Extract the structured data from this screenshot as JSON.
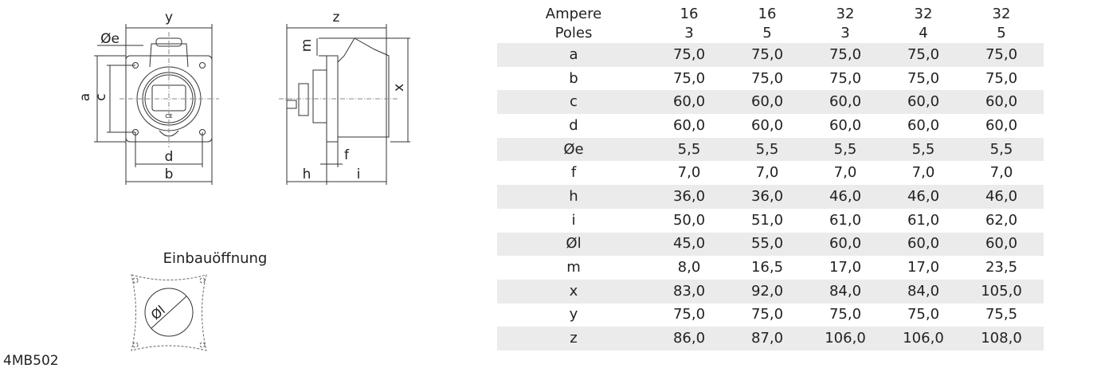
{
  "drawing": {
    "front_labels": {
      "y": "y",
      "e": "Øe",
      "a": "a",
      "c": "c",
      "d": "d",
      "b": "b"
    },
    "side_labels": {
      "z": "z",
      "m": "m",
      "x": "x",
      "f": "f",
      "h": "h",
      "i": "i"
    },
    "ce_mark": "CE",
    "cutout_title": "Einbauöffnung",
    "cutout_label": "Øl"
  },
  "product_code": "4MB502",
  "table": {
    "header": [
      {
        "label": "Ampere",
        "values": [
          "16",
          "16",
          "32",
          "32",
          "32"
        ]
      },
      {
        "label": "Poles",
        "values": [
          "3",
          "5",
          "3",
          "4",
          "5"
        ]
      }
    ],
    "rows": [
      {
        "label": "a",
        "values": [
          "75,0",
          "75,0",
          "75,0",
          "75,0",
          "75,0"
        ]
      },
      {
        "label": "b",
        "values": [
          "75,0",
          "75,0",
          "75,0",
          "75,0",
          "75,0"
        ]
      },
      {
        "label": "c",
        "values": [
          "60,0",
          "60,0",
          "60,0",
          "60,0",
          "60,0"
        ]
      },
      {
        "label": "d",
        "values": [
          "60,0",
          "60,0",
          "60,0",
          "60,0",
          "60,0"
        ]
      },
      {
        "label": "Øe",
        "values": [
          "5,5",
          "5,5",
          "5,5",
          "5,5",
          "5,5"
        ]
      },
      {
        "label": "f",
        "values": [
          "7,0",
          "7,0",
          "7,0",
          "7,0",
          "7,0"
        ]
      },
      {
        "label": "h",
        "values": [
          "36,0",
          "36,0",
          "46,0",
          "46,0",
          "46,0"
        ]
      },
      {
        "label": "i",
        "values": [
          "50,0",
          "51,0",
          "61,0",
          "61,0",
          "62,0"
        ]
      },
      {
        "label": "Øl",
        "values": [
          "45,0",
          "55,0",
          "60,0",
          "60,0",
          "60,0"
        ]
      },
      {
        "label": "m",
        "values": [
          "8,0",
          "16,5",
          "17,0",
          "17,0",
          "23,5"
        ]
      },
      {
        "label": "x",
        "values": [
          "83,0",
          "92,0",
          "84,0",
          "84,0",
          "105,0"
        ]
      },
      {
        "label": "y",
        "values": [
          "75,0",
          "75,0",
          "75,0",
          "75,0",
          "75,5"
        ]
      },
      {
        "label": "z",
        "values": [
          "86,0",
          "87,0",
          "106,0",
          "106,0",
          "108,0"
        ]
      }
    ]
  }
}
